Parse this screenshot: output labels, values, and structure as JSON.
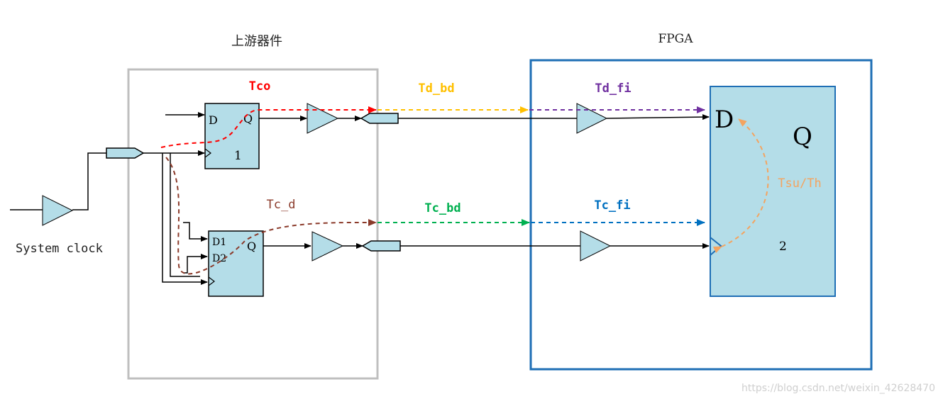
{
  "labels": {
    "upstream_device": "上游器件",
    "fpga": "FPGA",
    "system_clock": "System clock",
    "watermark": "https://blog.csdn.net/weixin_42628470"
  },
  "ff1": {
    "d": "D",
    "q": "Q",
    "num": "1"
  },
  "ff2": {
    "d1": "D1",
    "d2": "D2",
    "q": "Q"
  },
  "ff_fpga": {
    "d": "D",
    "q": "Q",
    "num": "2"
  },
  "timing": {
    "tco": {
      "text": "Tco",
      "color": "#ff0000"
    },
    "td_bd": {
      "text": "Td_bd",
      "color": "#ffc000"
    },
    "td_fi": {
      "text": "Td_fi",
      "color": "#7030a0"
    },
    "tc_d": {
      "text": "Tc_d",
      "color": "#8b3a2a"
    },
    "tc_bd": {
      "text": "Tc_bd",
      "color": "#00b050"
    },
    "tc_fi": {
      "text": "Tc_fi",
      "color": "#0070c0"
    },
    "tsu_th": {
      "text": "Tsu/Th",
      "color": "#f4a460"
    }
  },
  "colors": {
    "component_fill": "#b4dde8",
    "upstream_border": "#bfbfbf",
    "fpga_border": "#1f6fb5"
  }
}
